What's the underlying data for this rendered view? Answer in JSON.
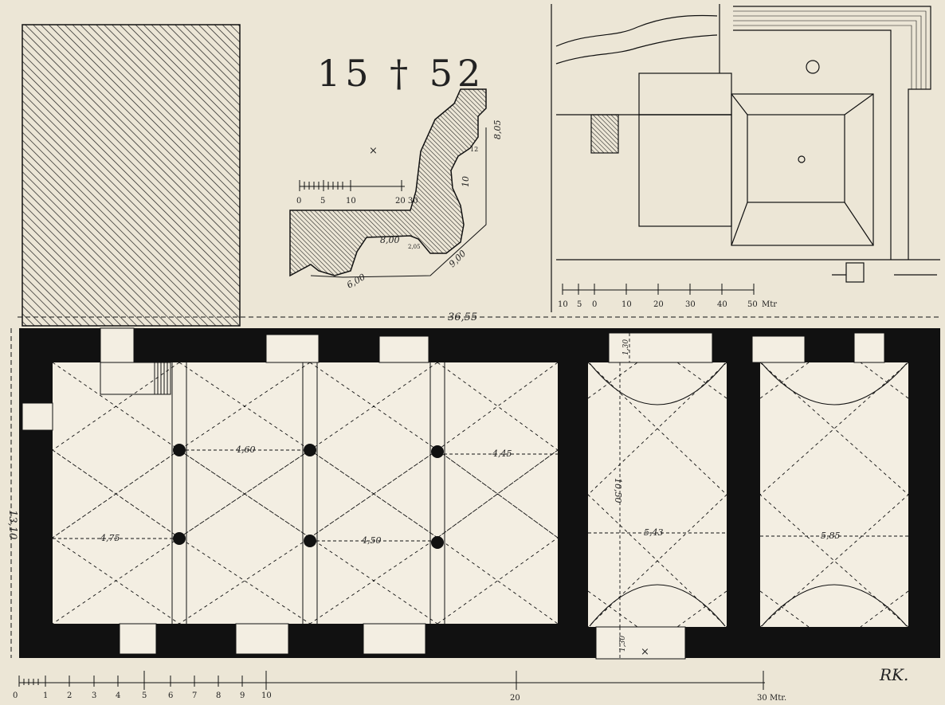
{
  "year_inscription": "15 † 52",
  "signature": "RK.",
  "overall_length": "36,55",
  "overall_width": "13,10",
  "dims": {
    "bay1": "4,75",
    "bay2": "4,60",
    "bay3": "4,50",
    "bay4": "4,45",
    "room5_width": "5,43",
    "room5_length": "10,50",
    "room6_width": "5,85",
    "niche_top": "1,30",
    "niche_bottom": "1,30"
  },
  "profile": {
    "dims": [
      "8,05",
      "10",
      "12",
      "8,00",
      "2,05",
      "9,00",
      "6,00"
    ],
    "scale_ticks": [
      "0",
      "5",
      "10",
      "20 30"
    ]
  },
  "site_scale": {
    "ticks": [
      "10",
      "5",
      "0",
      "10",
      "20",
      "30",
      "40",
      "50"
    ],
    "unit": "Mtr"
  },
  "main_scale": {
    "ticks": [
      "0",
      "1",
      "2",
      "3",
      "4",
      "5",
      "6",
      "7",
      "8",
      "9",
      "10",
      "20",
      "30"
    ],
    "unit": "Mtr."
  },
  "colors": {
    "paper": "#ece6d6",
    "ink": "#111111",
    "floor": "#f3eee2"
  }
}
